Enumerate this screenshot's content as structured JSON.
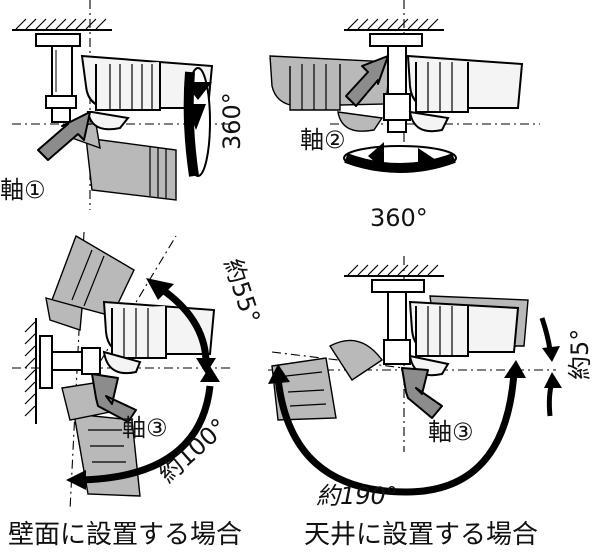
{
  "labels": {
    "axis1": "軸①",
    "axis2": "軸②",
    "axis3_wall": "軸③",
    "axis3_ceiling": "軸③",
    "rot1": "360°",
    "rot2": "360°",
    "wall_up": "約55°",
    "wall_down": "約100°",
    "ceil_pan": "約190°",
    "ceil_tilt": "約5°"
  },
  "captions": {
    "wall": "壁面に設置する場合",
    "ceiling": "天井に設置する場合"
  }
}
